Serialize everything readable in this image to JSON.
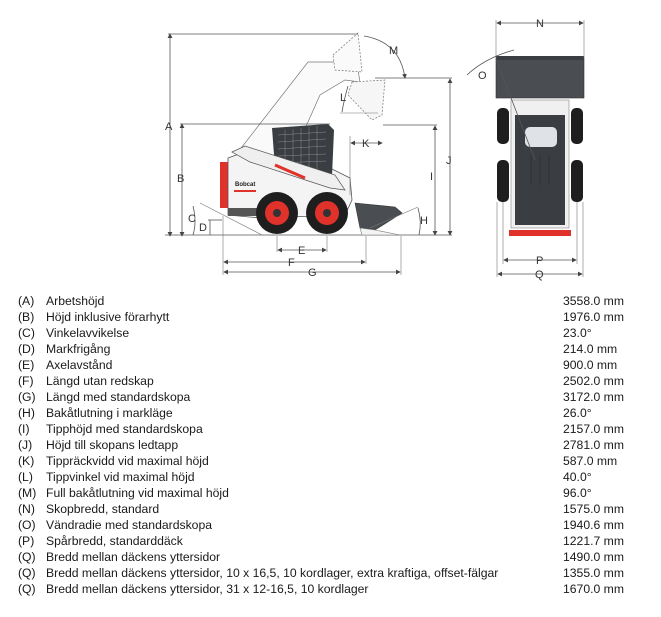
{
  "diagram": {
    "title": "Bobcat skid steer loader dimensions",
    "brand_text": "Bobcat",
    "side_view_labels": [
      "A",
      "B",
      "C",
      "D",
      "E",
      "F",
      "G",
      "H",
      "I",
      "J",
      "K",
      "L",
      "M"
    ],
    "top_view_labels": [
      "N",
      "O",
      "P",
      "Q"
    ],
    "colors": {
      "accent_red": "#e0322a",
      "body_white": "#f4f4f4",
      "cab_dark": "#3a3d42",
      "tire_black": "#1e1e1e",
      "bucket_dark": "#4a4d52"
    }
  },
  "specs": [
    {
      "code": "(A)",
      "label": "Arbetshöjd",
      "value": "3558.0 mm"
    },
    {
      "code": "(B)",
      "label": "Höjd inklusive förarhytt",
      "value": "1976.0 mm"
    },
    {
      "code": "(C)",
      "label": "Vinkelavvikelse",
      "value": "23.0°"
    },
    {
      "code": "(D)",
      "label": "Markfrigång",
      "value": "214.0 mm"
    },
    {
      "code": "(E)",
      "label": "Axelavstånd",
      "value": "900.0 mm"
    },
    {
      "code": "(F)",
      "label": "Längd utan redskap",
      "value": "2502.0 mm"
    },
    {
      "code": "(G)",
      "label": "Längd med standardskopa",
      "value": "3172.0 mm"
    },
    {
      "code": "(H)",
      "label": "Bakåtlutning i markläge",
      "value": "26.0°"
    },
    {
      "code": "(I)",
      "label": "Tipphöjd med standardskopa",
      "value": "2157.0 mm"
    },
    {
      "code": "(J)",
      "label": "Höjd till skopans ledtapp",
      "value": "2781.0 mm"
    },
    {
      "code": "(K)",
      "label": "Tippräckvidd vid maximal höjd",
      "value": "587.0 mm"
    },
    {
      "code": "(L)",
      "label": "Tippvinkel vid maximal höjd",
      "value": "40.0°"
    },
    {
      "code": "(M)",
      "label": "Full bakåtlutning vid maximal höjd",
      "value": "96.0°"
    },
    {
      "code": "(N)",
      "label": "Skopbredd, standard",
      "value": "1575.0 mm"
    },
    {
      "code": "(O)",
      "label": "Vändradie med standardskopa",
      "value": "1940.6 mm"
    },
    {
      "code": "(P)",
      "label": "Spårbredd, standarddäck",
      "value": "1221.7 mm"
    },
    {
      "code": "(Q)",
      "label": "Bredd mellan däckens yttersidor",
      "value": "1490.0 mm"
    },
    {
      "code": "(Q)",
      "label": "Bredd mellan däckens yttersidor, 10 x 16,5, 10 kordlager, extra kraftiga, offset-fälgar",
      "value": "1355.0 mm"
    },
    {
      "code": "(Q)",
      "label": "Bredd mellan däckens yttersidor, 31 x 12-16,5, 10 kordlager",
      "value": "1670.0 mm"
    }
  ]
}
